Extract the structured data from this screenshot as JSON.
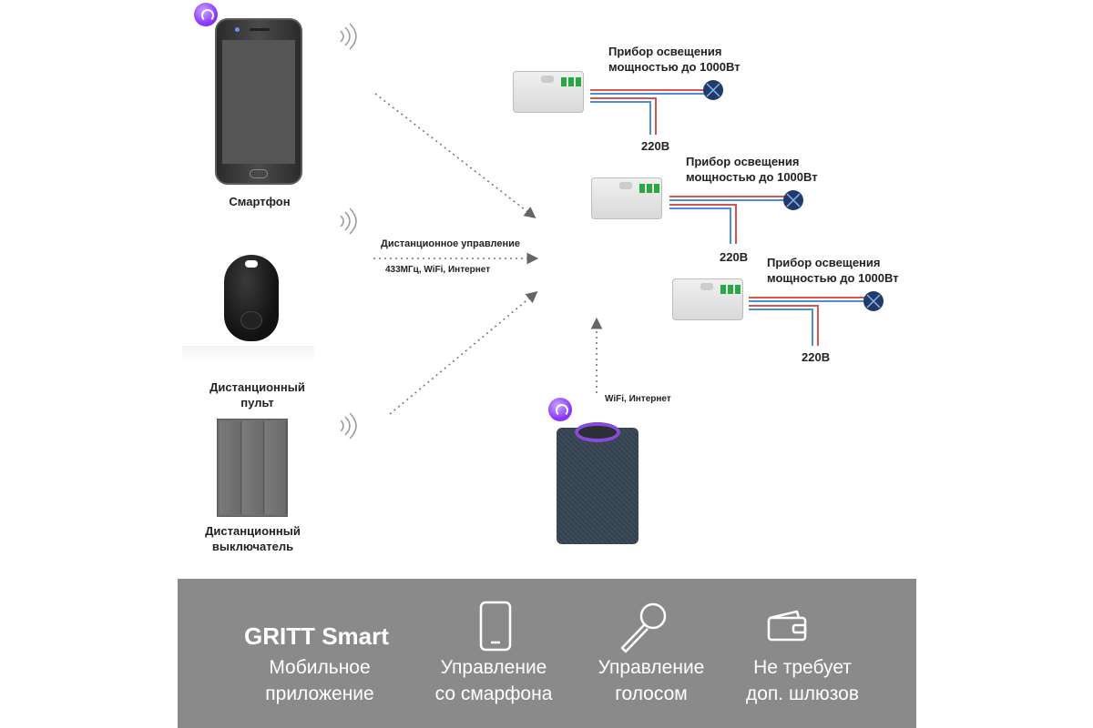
{
  "devices": {
    "smartphone_label": "Смартфон",
    "remote_label_line1": "Дистанционный",
    "remote_label_line2": "пульт",
    "switch_label_line1": "Дистанционный",
    "switch_label_line2": "выключатель"
  },
  "links": {
    "remote_control_label": "Дистанционное управление",
    "protocols_label": "433МГц, WiFi, Интернет",
    "speaker_link_label": "WiFi, Интернет"
  },
  "relays": [
    {
      "line1": "Прибор освещения",
      "line2": "мощностью до 1000Вт",
      "voltage": "220В"
    },
    {
      "line1": "Прибор освещения",
      "line2": "мощностью до 1000Вт",
      "voltage": "220В"
    },
    {
      "line1": "Прибор освещения",
      "line2": "мощностью до 1000Вт",
      "voltage": "220В"
    }
  ],
  "banner": {
    "brand": "GRITT Smart",
    "features": [
      {
        "icon": "smartphone-icon",
        "line1": "Мобильное",
        "line2": "приложение"
      },
      {
        "icon": "smartphone-icon",
        "line1": "Управление",
        "line2": "со смарфона"
      },
      {
        "icon": "microphone-icon",
        "line1": "Управление",
        "line2": "голосом"
      },
      {
        "icon": "wallet-icon",
        "line1": "Не требует",
        "line2": "доп. шлюзов"
      }
    ]
  },
  "colors": {
    "banner_bg": "#8a8a8a",
    "wire_red": "#d9534f",
    "wire_blue": "#4a8fd6",
    "lamp": "#1f3a6b",
    "alice_purple": "#8e3cff"
  }
}
